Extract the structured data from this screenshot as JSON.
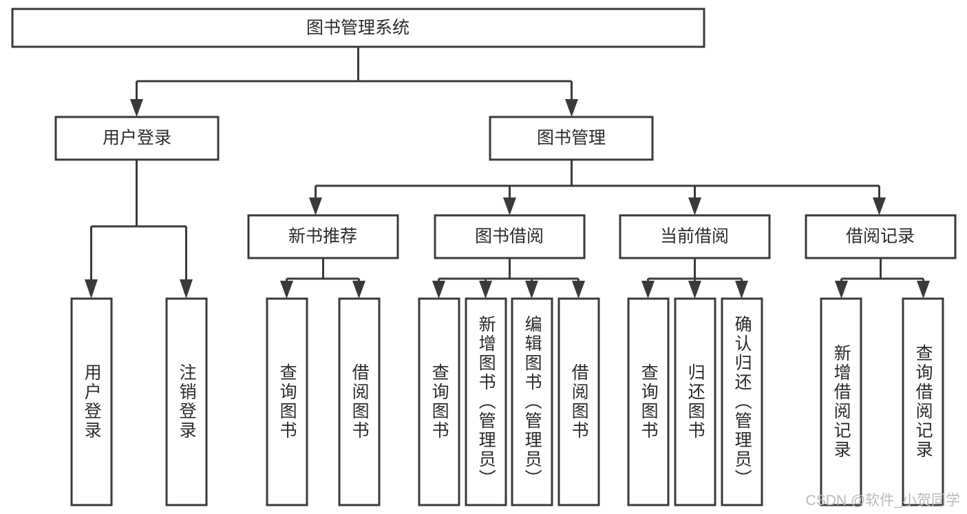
{
  "diagram": {
    "title": "图书管理系统",
    "type": "tree-hierarchy",
    "watermark": "CSDN @软件_小贺同学",
    "colors": {
      "stroke": "#3a3a3a",
      "box_fill": "#ffffff",
      "text": "#2b2b2b",
      "background": "#ffffff",
      "watermark": "#b9b9b9"
    },
    "root": {
      "label": "图书管理系统"
    },
    "level2": [
      {
        "label": "用户登录"
      },
      {
        "label": "图书管理"
      }
    ],
    "level3": [
      {
        "label": "新书推荐"
      },
      {
        "label": "图书借阅"
      },
      {
        "label": "当前借阅"
      },
      {
        "label": "借阅记录"
      }
    ],
    "leaves": {
      "user_login": [
        {
          "label": "用户登录"
        },
        {
          "label": "注销登录"
        }
      ],
      "new_book_recommend": [
        {
          "label": "查询图书"
        },
        {
          "label": "借阅图书"
        }
      ],
      "book_borrow": [
        {
          "label": "查询图书"
        },
        {
          "label": "新增图书（管理员）"
        },
        {
          "label": "编辑图书（管理员）"
        },
        {
          "label": "借阅图书"
        }
      ],
      "current_borrow": [
        {
          "label": "查询图书"
        },
        {
          "label": "归还图书"
        },
        {
          "label": "确认归还（管理员）"
        }
      ],
      "borrow_records": [
        {
          "label": "新增借阅记录"
        },
        {
          "label": "查询借阅记录"
        }
      ]
    }
  }
}
